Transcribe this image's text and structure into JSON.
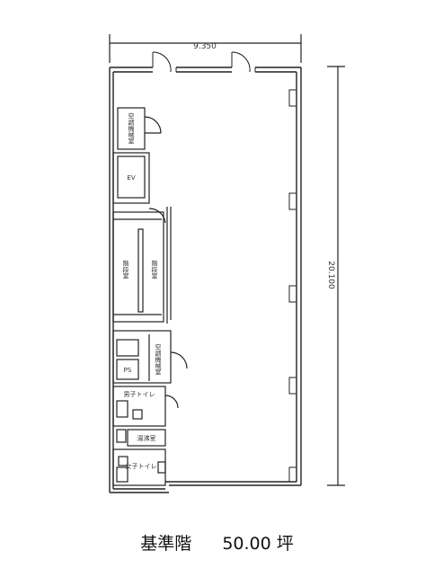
{
  "dimensions": {
    "width": "9.350",
    "height": "20.100"
  },
  "rooms": {
    "air_conditioning_top": "空調機械室",
    "elevator": "EV",
    "stairs_left": "階段室",
    "stairs_right": "階段室",
    "ps": "PS",
    "air_conditioning_bottom": "空調機械室",
    "mens_toilet": "男子トイレ",
    "pantry": "湯沸室",
    "womens_toilet": "女子トイレ"
  },
  "caption": {
    "floor": "基準階",
    "area": "50.00 坪"
  }
}
